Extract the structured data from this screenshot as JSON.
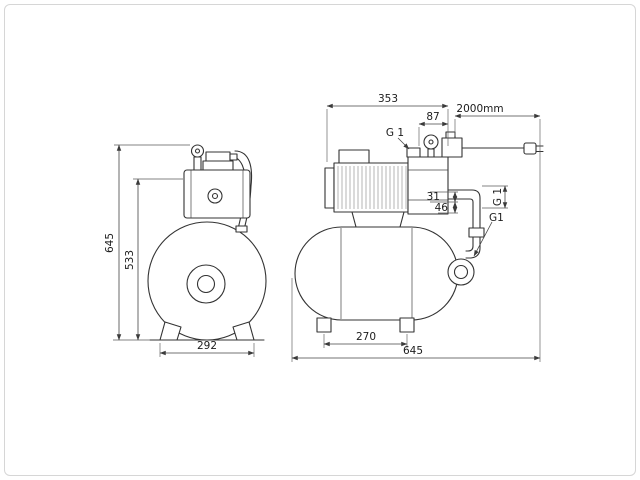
{
  "drawing": {
    "type": "dimension-drawing",
    "line_color": "#333333",
    "background": "#ffffff",
    "front_view": {
      "overall_height": "645",
      "port_height": "533",
      "base_width": "292"
    },
    "side_view": {
      "pump_length": "353",
      "gauge_offset": "87",
      "cable_length": "2000mm",
      "inlet_thread": "G 1",
      "offset_a": "31",
      "offset_b": "46",
      "discharge_thread": "G 1",
      "tank_port_thread": "G1",
      "feet_spacing": "270",
      "overall_length": "645"
    }
  }
}
